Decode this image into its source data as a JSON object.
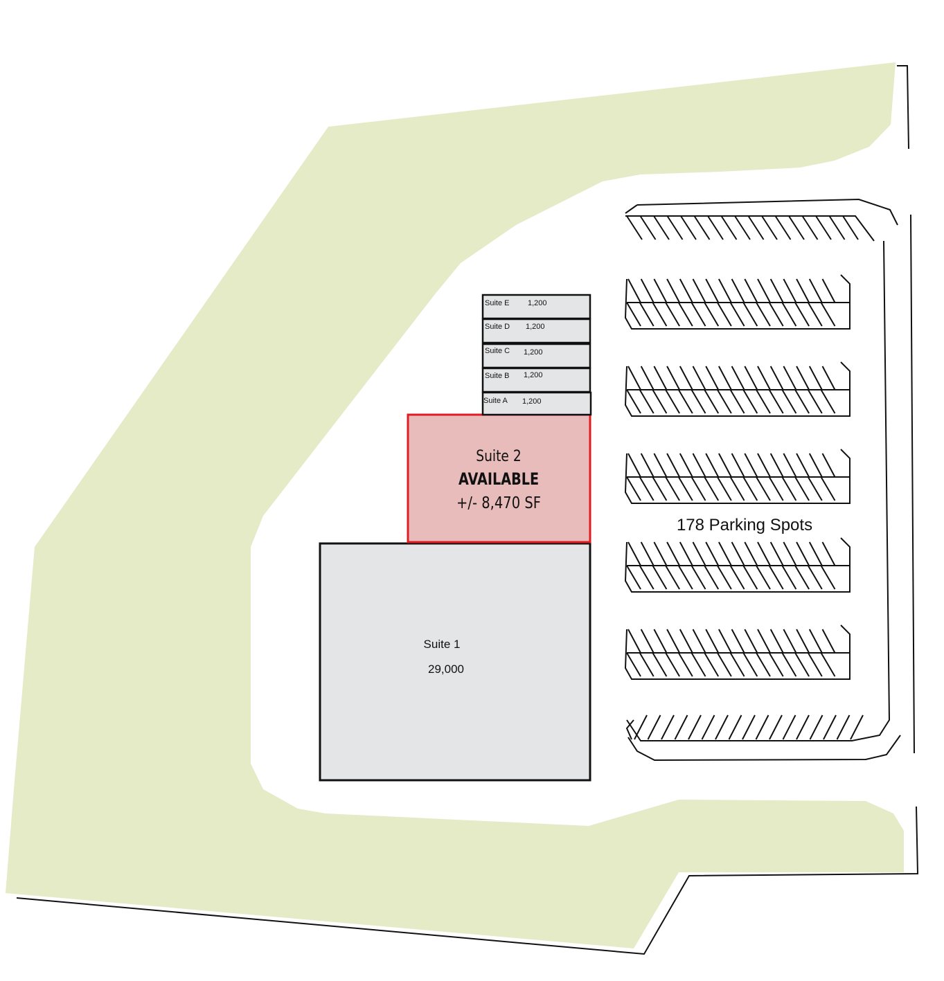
{
  "suites_small": [
    {
      "name": "Suite E",
      "size": "1,200"
    },
    {
      "name": "Suite D",
      "size": "1,200"
    },
    {
      "name": "Suite C",
      "size": "1,200"
    },
    {
      "name": "Suite B",
      "size": "1,200"
    },
    {
      "name": "Suite A",
      "size": "1,200"
    }
  ],
  "suite2": {
    "name": "Suite 2",
    "status": "AVAILABLE",
    "size": "+/- 8,470 SF",
    "highlight_fill": "#e8bcbb",
    "highlight_stroke": "#e11b22"
  },
  "suite1": {
    "name": "Suite 1",
    "size": "29,000"
  },
  "parking": {
    "label": "178 Parking Spots"
  },
  "colors": {
    "landscape": "#e4ebc6",
    "building": "#e4e5e6",
    "outline": "#111111"
  }
}
